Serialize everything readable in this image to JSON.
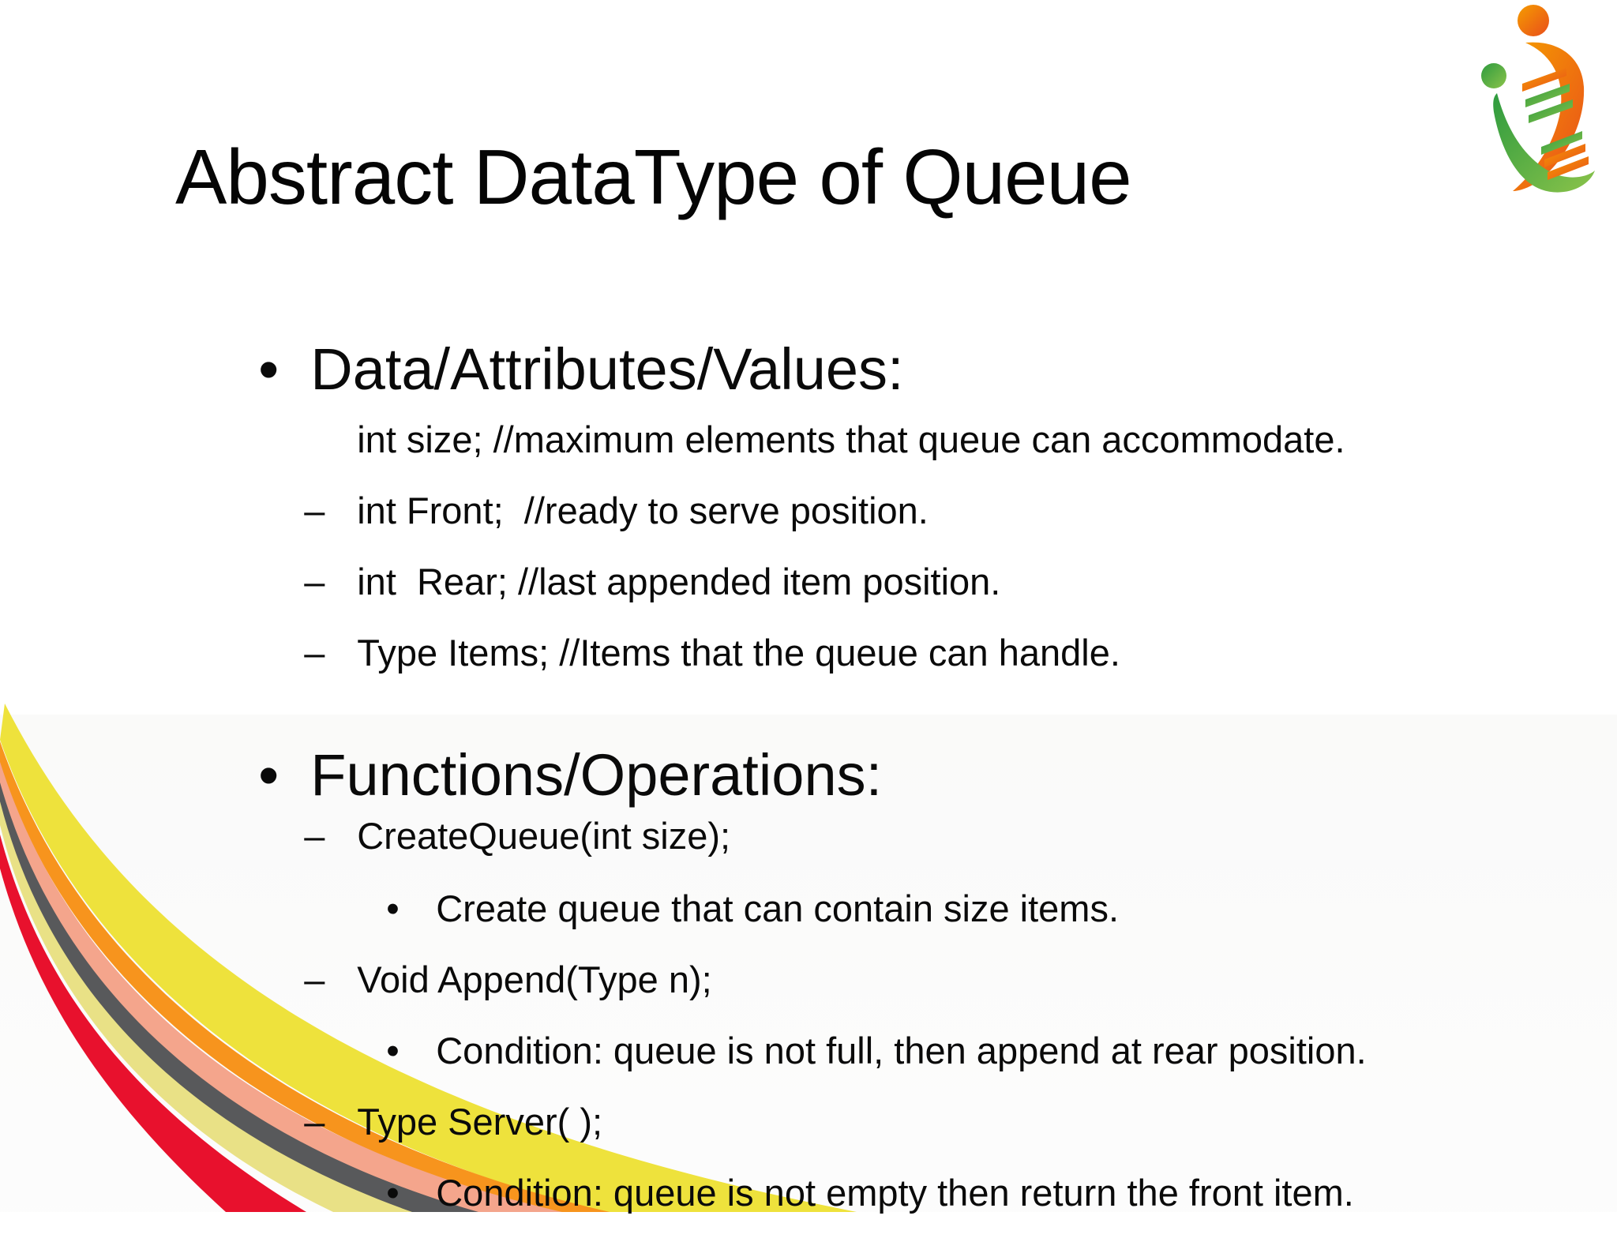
{
  "slide": {
    "title": "Abstract DataType of Queue",
    "sections": [
      {
        "heading": "Data/Attributes/Values:",
        "items": [
          {
            "marker": "none",
            "text": "int size; //maximum elements that queue can accommodate."
          },
          {
            "marker": "dash",
            "text": "int Front;  //ready to serve position."
          },
          {
            "marker": "dash",
            "text": "int  Rear; //last appended item position."
          },
          {
            "marker": "dash",
            "text": "Type Items; //Items that the queue can handle."
          }
        ]
      },
      {
        "heading": "Functions/Operations:",
        "items": [
          {
            "marker": "dash",
            "text": "CreateQueue(int size);"
          },
          {
            "marker": "bullet",
            "text": "Create queue that can contain size items."
          },
          {
            "marker": "dash",
            "text": "Void Append(Type n);"
          },
          {
            "marker": "bullet",
            "text": "Condition: queue is not full, then append at rear position."
          },
          {
            "marker": "dash",
            "text": "Type Server( );"
          },
          {
            "marker": "bullet",
            "text": "Condition: queue is not empty then return the front item."
          }
        ]
      }
    ]
  },
  "markers": {
    "bullet": "•",
    "dash": "–",
    "sub_bullet": "•"
  },
  "logo": {
    "name": "dna-people-logo",
    "colors": {
      "orange_dark": "#e94e1b",
      "orange_light": "#f59c00",
      "green_dark": "#2e9b3f",
      "green_light": "#8bc34a"
    }
  },
  "decoration": {
    "name": "corner-swoosh",
    "colors": {
      "red": "#e8112d",
      "pale_yellow": "#e9e186",
      "gray": "#58595b",
      "salmon": "#f4a58c",
      "orange": "#f7941d",
      "yellow": "#eee23c"
    }
  }
}
